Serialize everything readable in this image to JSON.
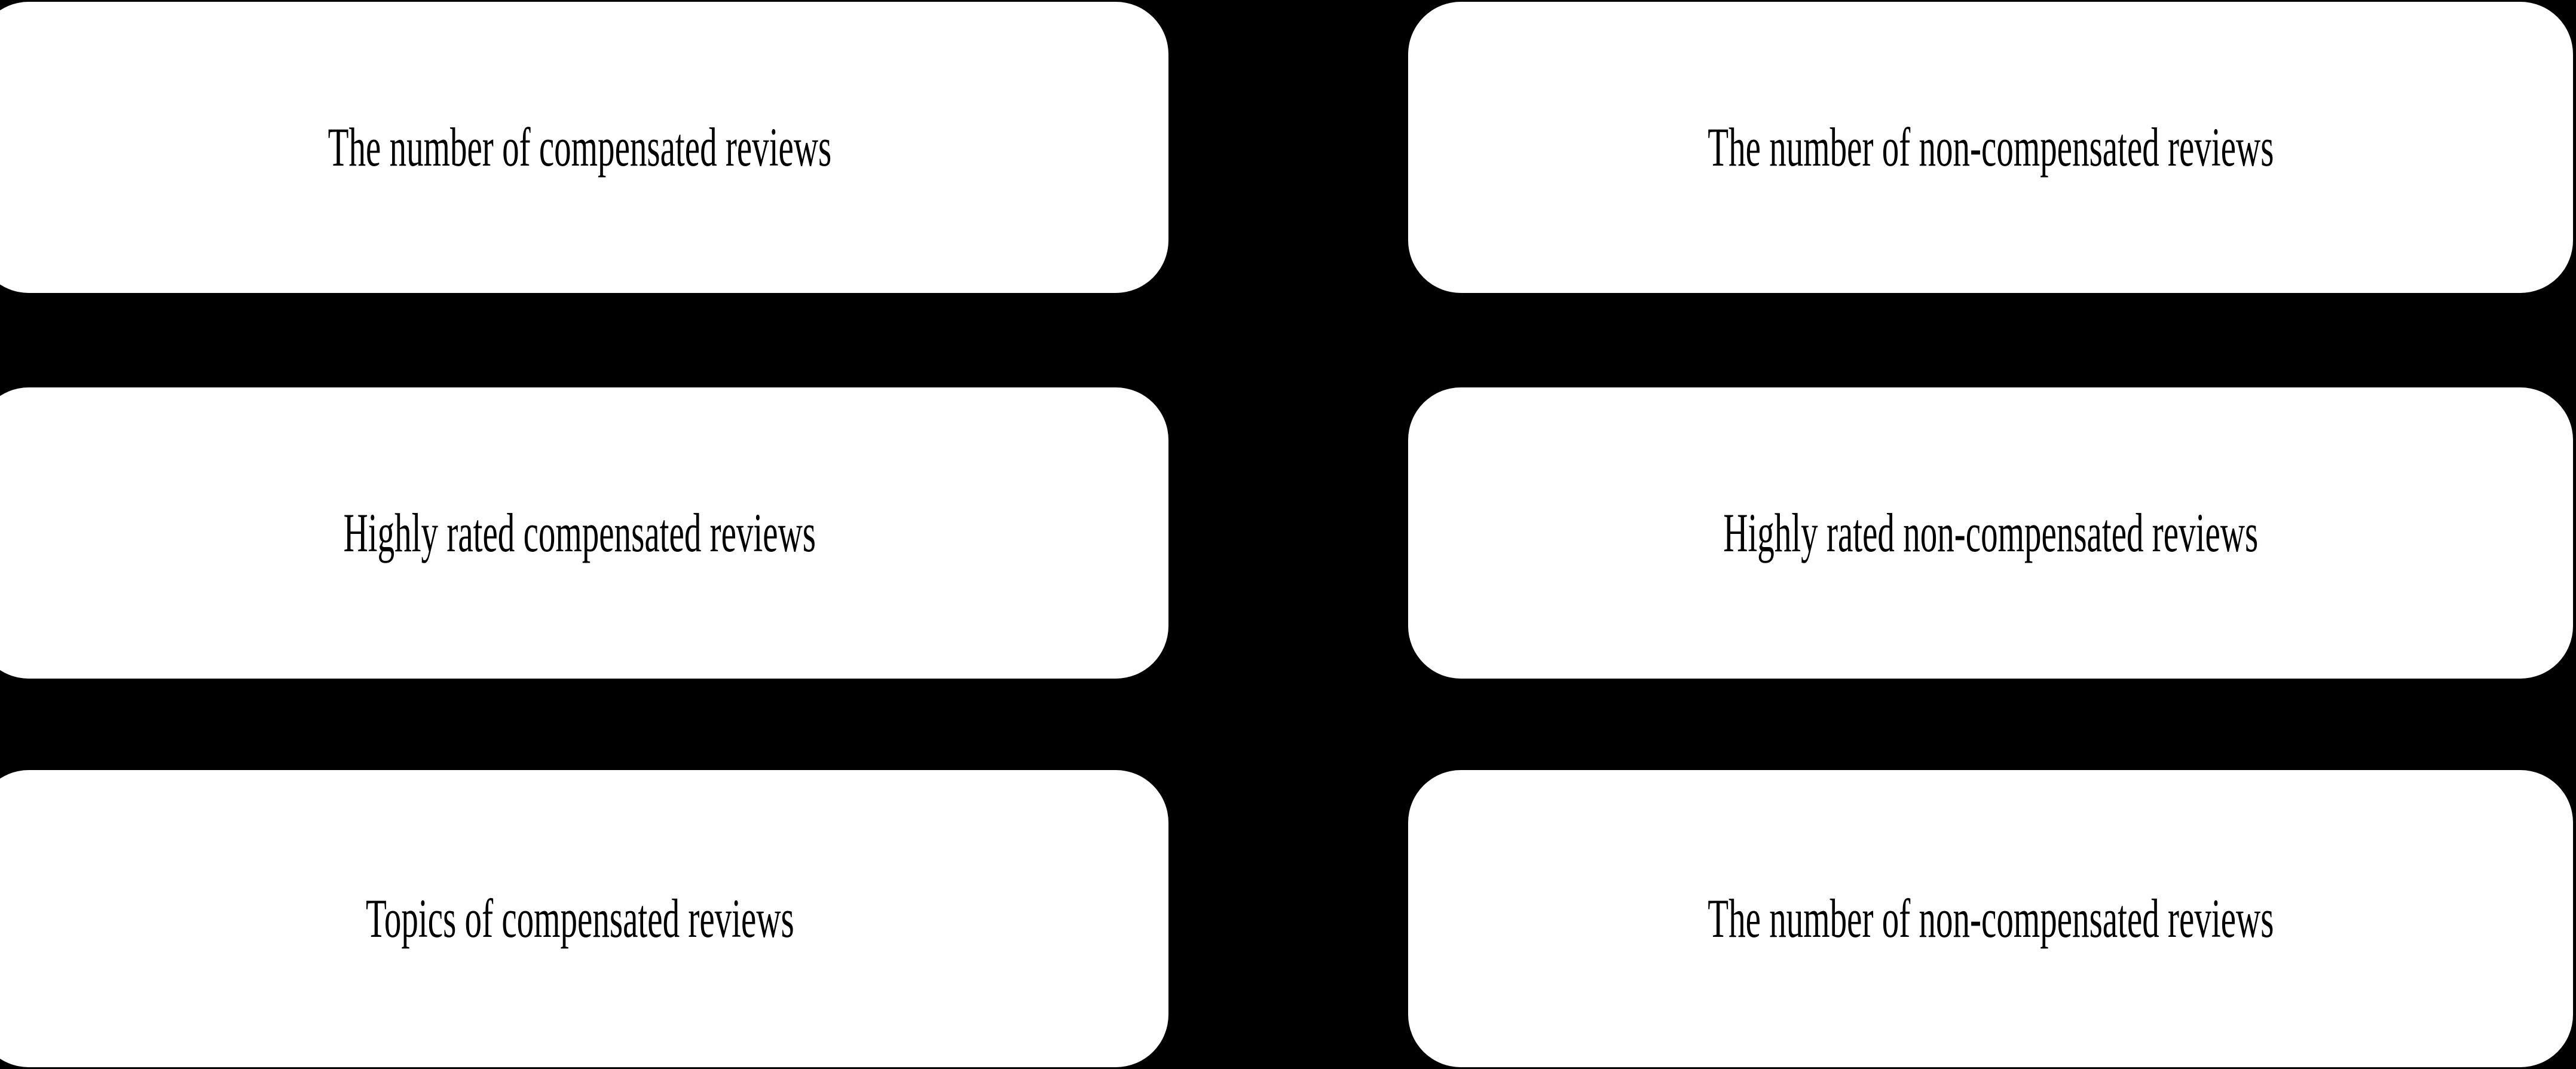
{
  "diagram": {
    "title": "Compensated versus non-compensated reviews comparison boxes",
    "background_color": "#000000",
    "box_color": "#ffffff",
    "text_color": "#000000",
    "columns": [
      {
        "id": "compensated",
        "nodes": [
          {
            "id": "left-row-1",
            "label": "The number of compensated reviews"
          },
          {
            "id": "left-row-2",
            "label": "Highly rated compensated reviews"
          },
          {
            "id": "left-row-3",
            "label": "Topics of compensated reviews"
          }
        ]
      },
      {
        "id": "non-compensated",
        "nodes": [
          {
            "id": "right-row-1",
            "label": "The number of non-compensated reviews"
          },
          {
            "id": "right-row-2",
            "label": "Highly rated non-compensated reviews"
          },
          {
            "id": "right-row-3",
            "label": "The number of non-compensated reviews"
          }
        ]
      }
    ]
  }
}
